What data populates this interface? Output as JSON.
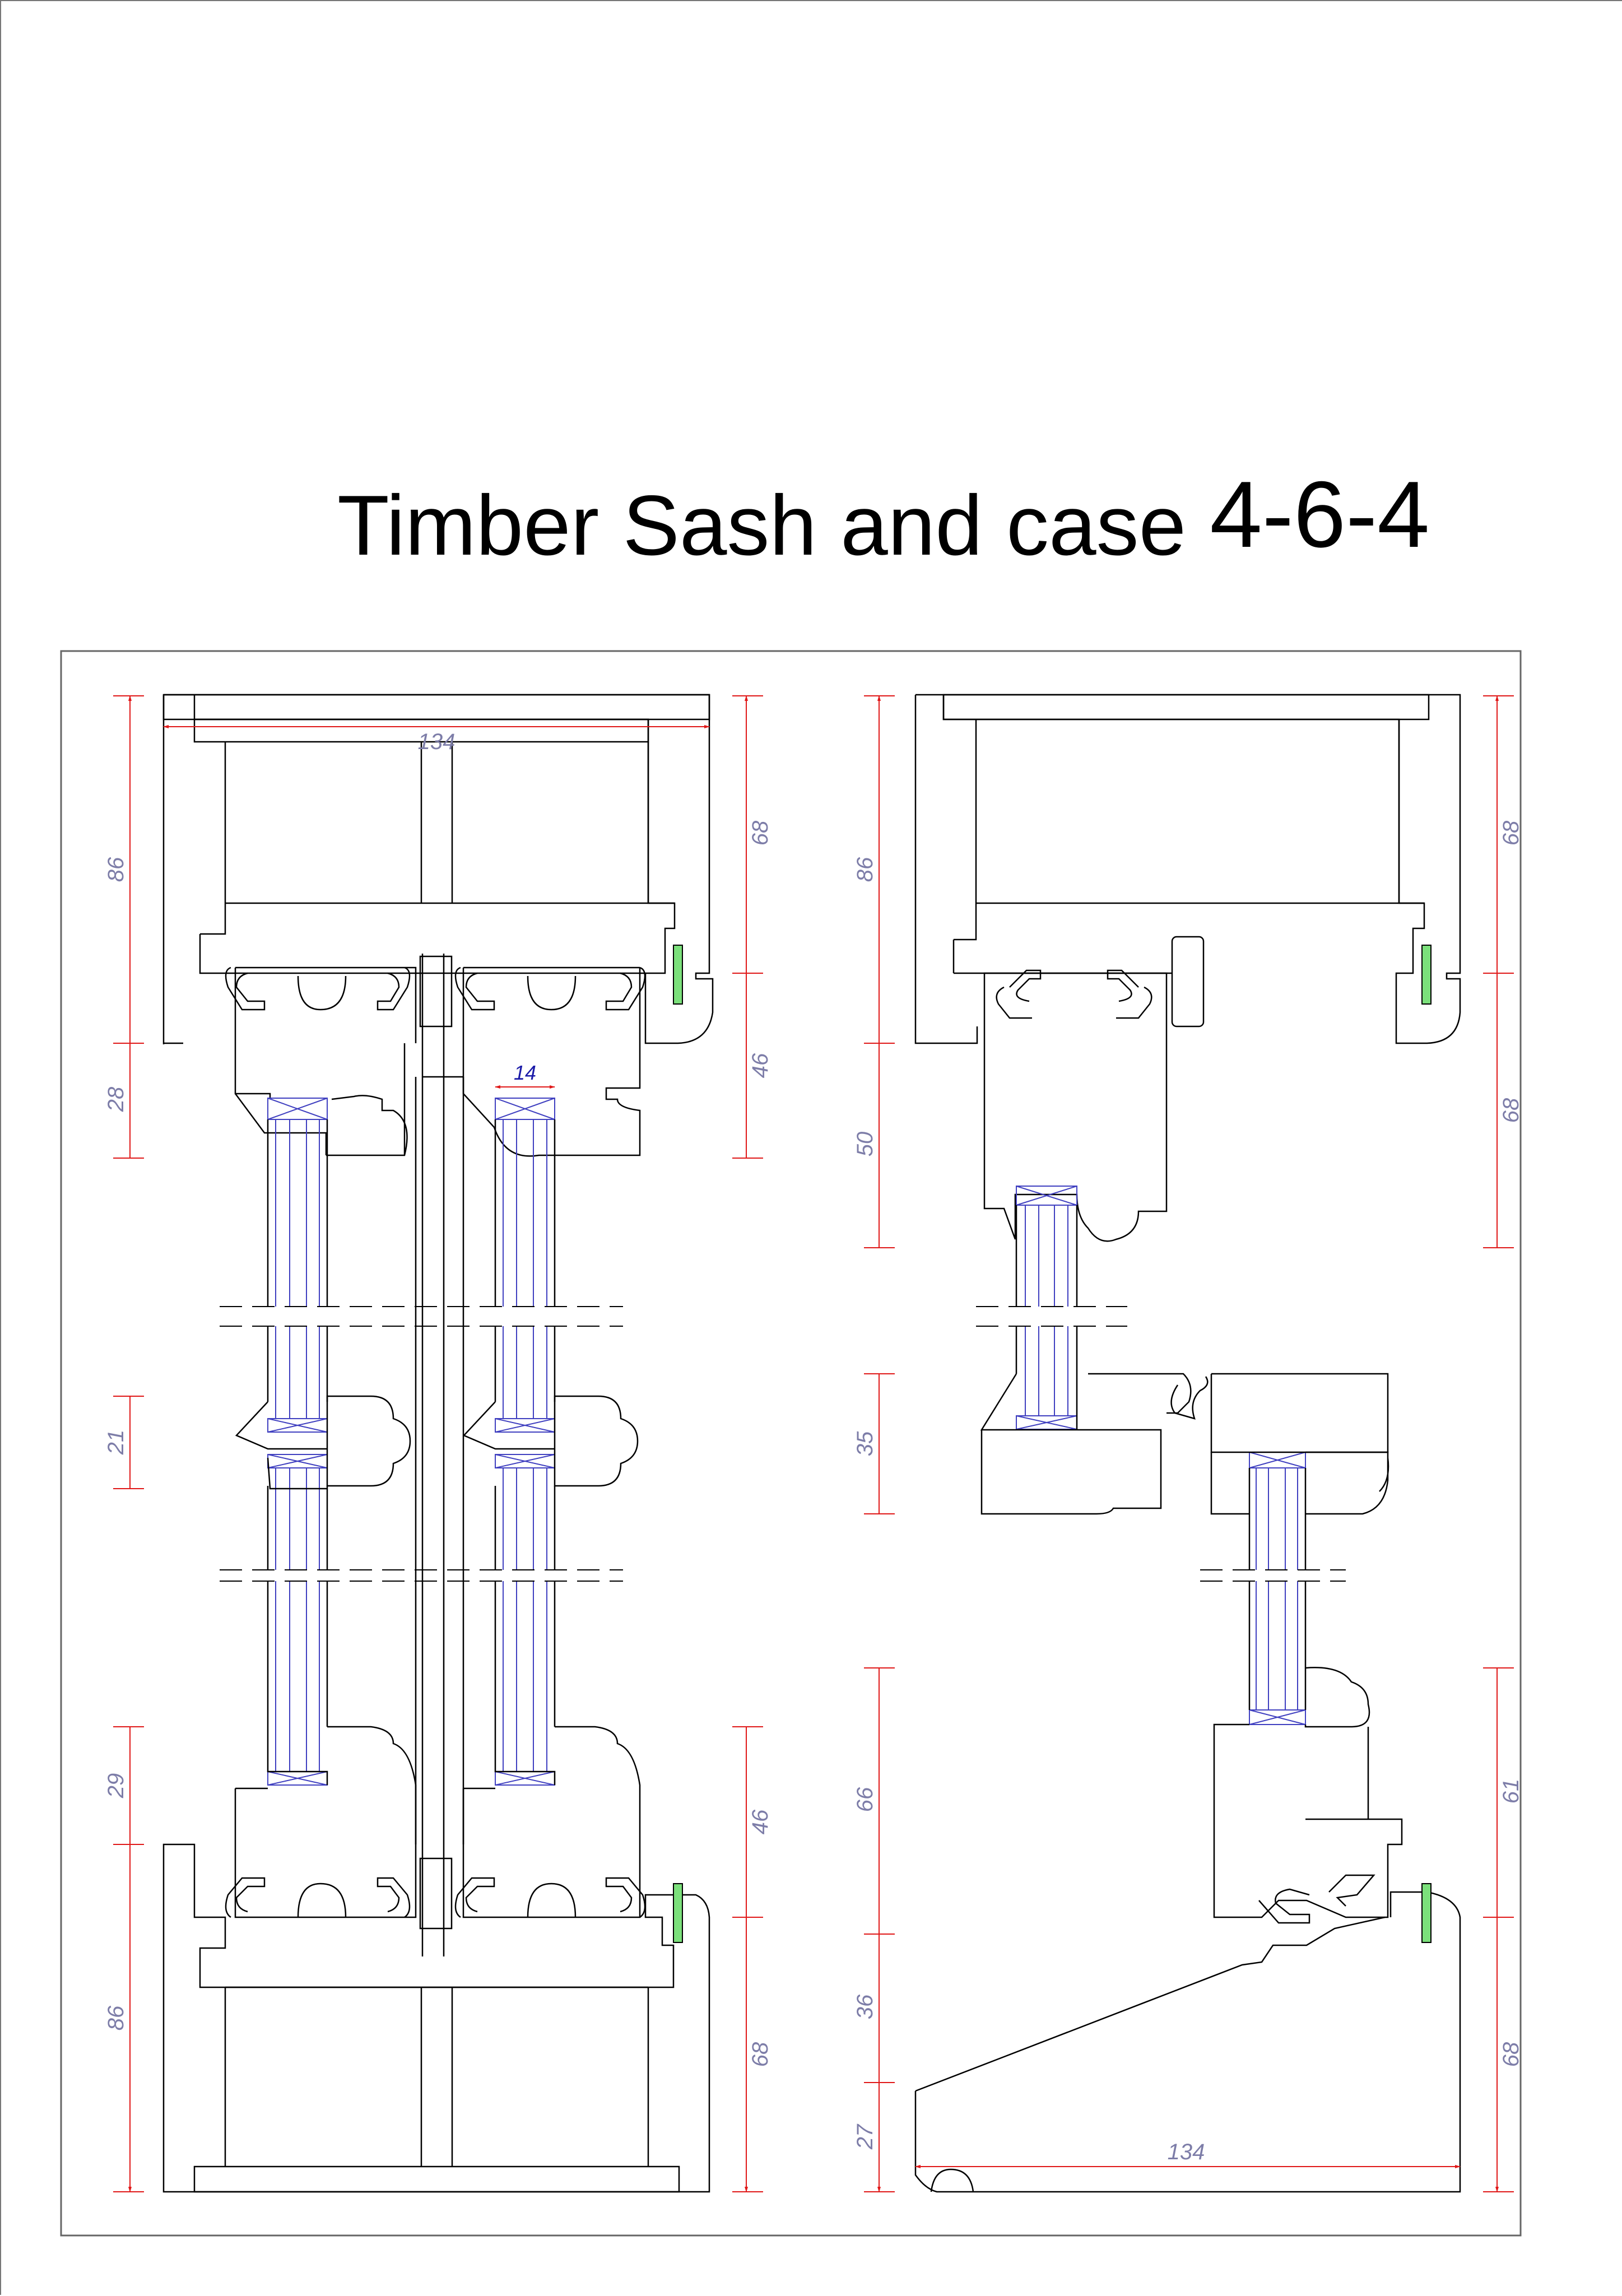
{
  "title": {
    "main": "Timber Sash and case ",
    "number": "4-6-4"
  },
  "colors": {
    "dimension_line": "#e01818",
    "dimension_text": "#7d7da8",
    "glazing": "#4040c0",
    "seal": "#7be07b",
    "outline": "#000000"
  },
  "left_section": {
    "label_width": "134",
    "label_bead": "14",
    "dims_left": [
      "86",
      "28",
      "21",
      "29",
      "86"
    ],
    "dims_right": [
      "68",
      "46",
      "46",
      "68"
    ]
  },
  "right_section": {
    "label_width": "134",
    "dims_left": [
      "86",
      "50",
      "35",
      "66",
      "36",
      "27"
    ],
    "dims_right": [
      "68",
      "68",
      "61",
      "68"
    ]
  }
}
